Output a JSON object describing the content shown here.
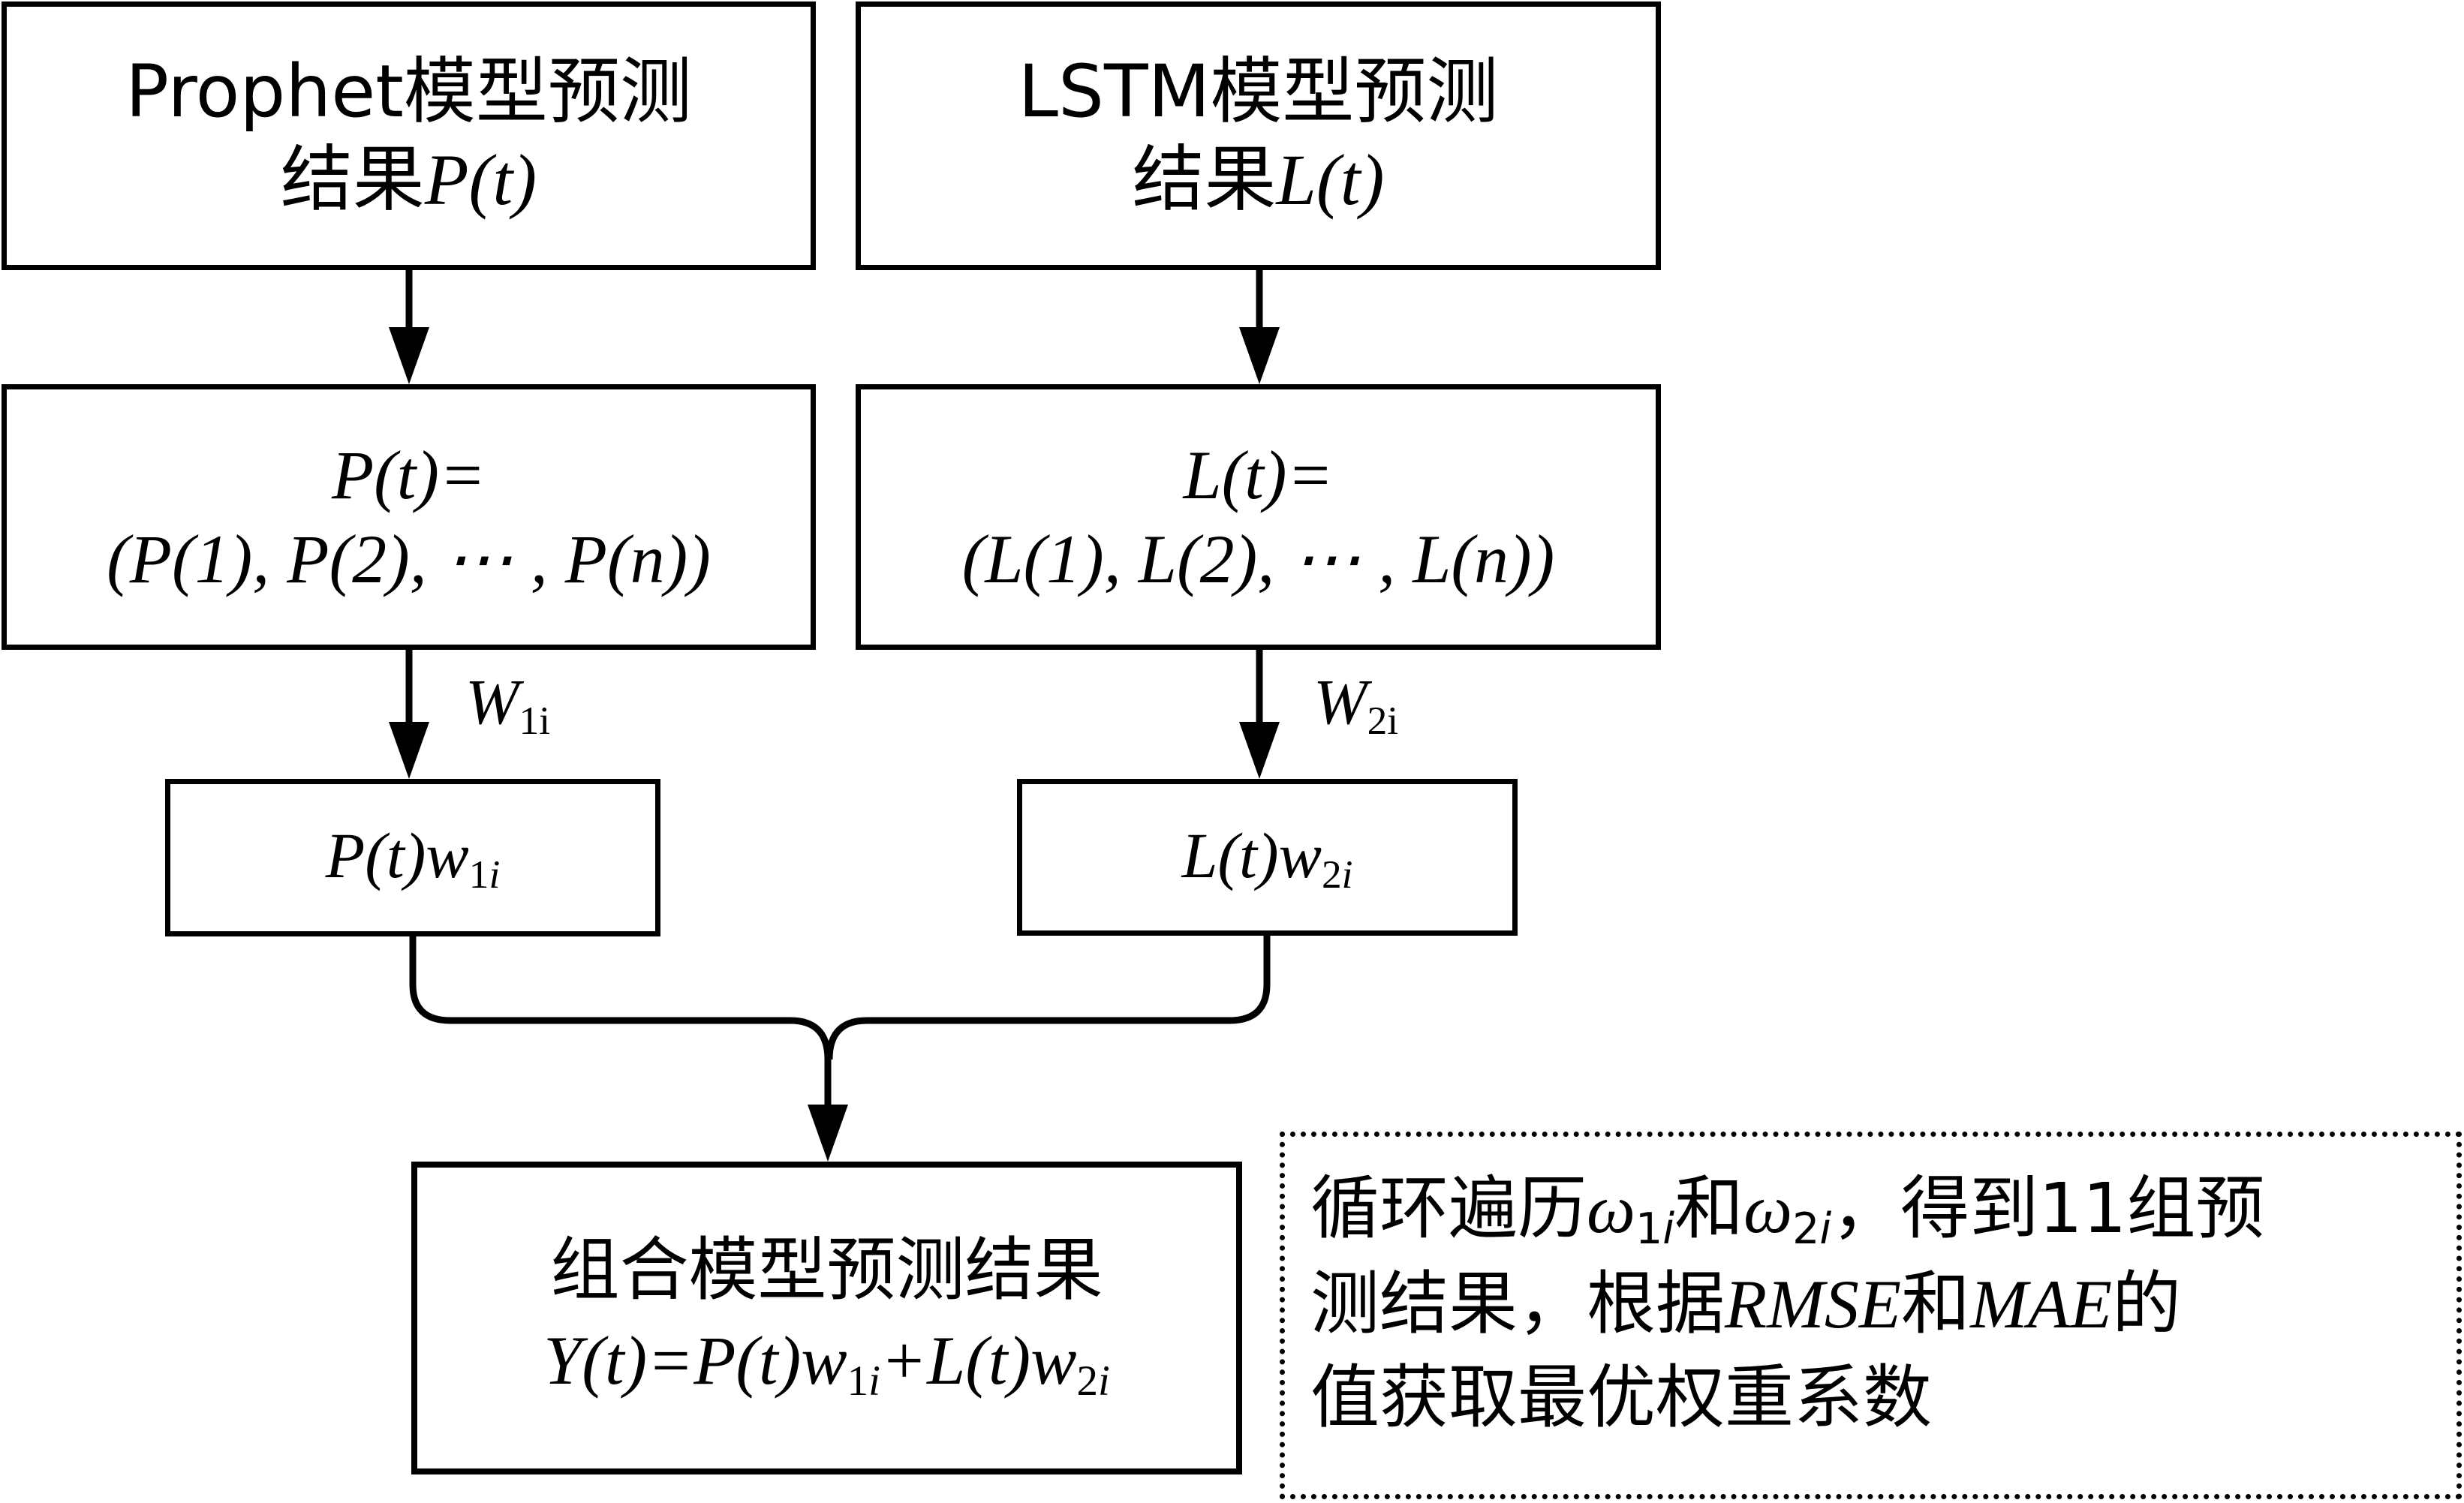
{
  "diagram": {
    "title": "Prophet-LSTM combined forecasting weight-optimization flowchart",
    "stroke_color": "#000000",
    "background_color": "#ffffff"
  },
  "nodes": {
    "prophet_source": {
      "line1": "Prophet模型预测",
      "line2_prefix": "结果",
      "line2_symbol": "P",
      "line2_suffix": "(t)"
    },
    "lstm_source": {
      "line1": "LSTM模型预测",
      "line2_prefix": "结果",
      "line2_symbol": "L",
      "line2_suffix": "(t)"
    },
    "prophet_vector": {
      "line1_symbol": "P",
      "line1_rest": "(t)=",
      "line2": "(P(1), P(2), ⋯ , P(n))"
    },
    "lstm_vector": {
      "line1_symbol": "L",
      "line1_rest": "(t)=",
      "line2": "(L(1), L(2), ⋯ , L(n))"
    },
    "prophet_weighted": {
      "expr_main": "P(t)",
      "expr_w": "w",
      "expr_sub_num": "1",
      "expr_sub_idx": "i"
    },
    "lstm_weighted": {
      "expr_main": "L(t)",
      "expr_w": "w",
      "expr_sub_num": "2",
      "expr_sub_idx": "i"
    },
    "result": {
      "line1": "组合模型预测结果",
      "line2_a": "Y(t)=P(t)",
      "line2_w1": "w",
      "line2_w1_num": "1",
      "line2_w1_idx": "i",
      "line2_b": "+L(t)",
      "line2_w2": "w",
      "line2_w2_num": "2",
      "line2_w2_idx": "i"
    }
  },
  "edges": {
    "weight_label_1": {
      "symbol": "W",
      "subscript": "1i"
    },
    "weight_label_2": {
      "symbol": "W",
      "subscript": "2i"
    }
  },
  "note": {
    "line1_a": "循环遍历",
    "line1_w1": "ω",
    "line1_w1_num": "1",
    "line1_w1_idx": "i",
    "line1_b": "和",
    "line1_w2": "ω",
    "line1_w2_num": "2",
    "line1_w2_idx": "i",
    "line1_c": "，得到11组预",
    "line2_a": "测结果，根据",
    "line2_m1": "RMSE",
    "line2_b": "和",
    "line2_m2": "MAE",
    "line2_c": "的",
    "line3": "值获取最优权重系数"
  }
}
